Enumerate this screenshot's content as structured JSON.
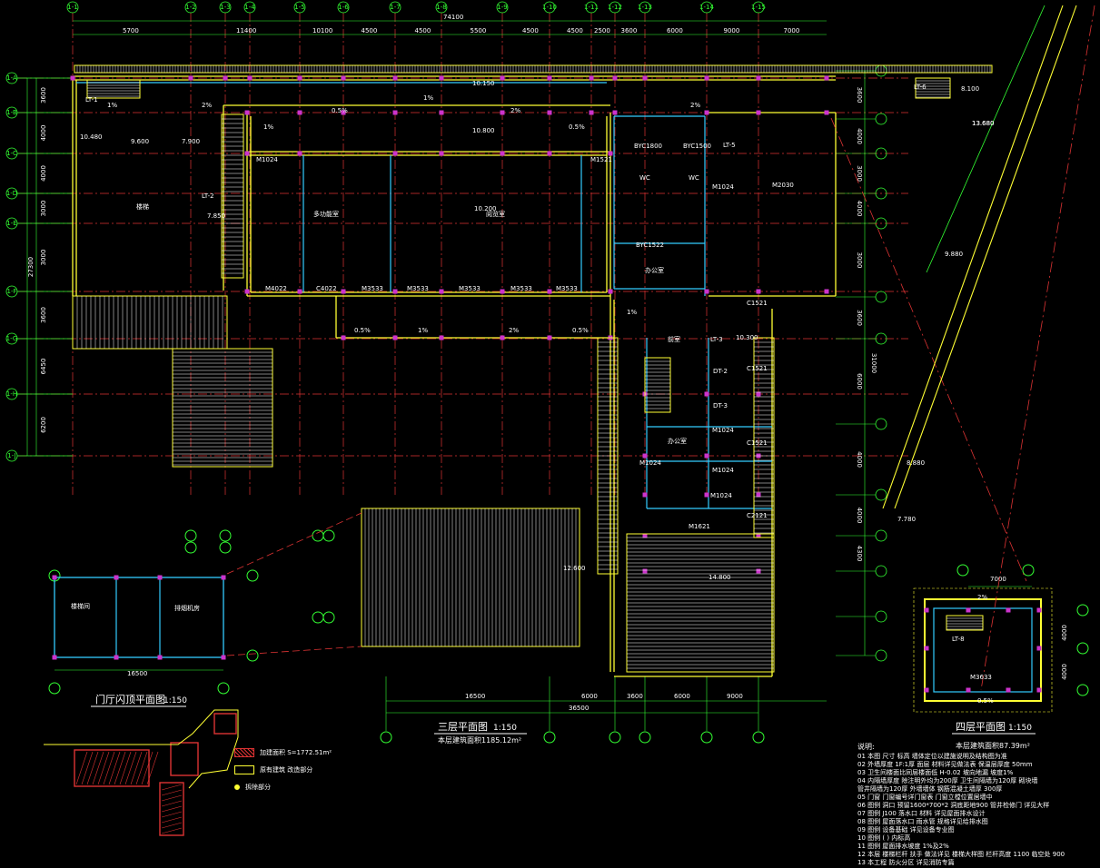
{
  "top_axes": [
    "1-1",
    "1-2",
    "1-3",
    "1-4",
    "1-5",
    "1-6",
    "1-7",
    "1-8",
    "1-9",
    "1-10",
    "1-11",
    "1-12",
    "1-13",
    "1-14",
    "1-15"
  ],
  "top_dims": [
    "5700",
    "11400",
    "10100",
    "4500",
    "4500",
    "5500",
    "4500",
    "4500",
    "2500",
    "3600",
    "6000",
    "9000",
    "7000"
  ],
  "top_total": "74100",
  "left_axes": [
    "1-A",
    "1-B",
    "1-C",
    "1-D",
    "1-E",
    "1-F",
    "1-G",
    "1-H",
    "1-J"
  ],
  "left_dims": [
    "3600",
    "4000",
    "4000",
    "3000",
    "3000",
    "3600",
    "6450",
    "6200"
  ],
  "left_total": "27300",
  "right_dims": [
    "3600",
    "4000",
    "3000",
    "4000",
    "3000",
    "3600",
    "6000",
    "4000",
    "4000",
    "4300"
  ],
  "right_total": "31000",
  "plan3": {
    "title": "三层平面图",
    "scale": "1:150",
    "area": "本层建筑面积1185.12m²",
    "bottom_dims": [
      "16500",
      "6000",
      "3600",
      "6000",
      "9000"
    ],
    "bottom_total": "36500"
  },
  "plan4": {
    "title": "四层平面图",
    "scale": "1:150",
    "area": "本层建筑面积87.39m²",
    "dim": "7000",
    "side_dims": [
      "4000",
      "4000"
    ]
  },
  "roof": {
    "title": "门厅闪顶平面图",
    "scale": "1:150",
    "dim": "16500",
    "room1": "楼梯间",
    "room2": "排烟机房"
  },
  "rooms": {
    "office_a": "阅览室",
    "office_b": "多功能室",
    "wc": "WC",
    "stair": "楼梯",
    "lobby": "前室",
    "room": "办公室"
  },
  "elevs": [
    "10.150",
    "10.800",
    "10.200",
    "7.850",
    "9.600",
    "7.900",
    "10.480",
    "12.600",
    "14.800",
    "13.680",
    "9.880",
    "8.880",
    "7.780",
    "8.100",
    "13.680",
    "10.300"
  ],
  "legend": {
    "items": [
      "加建面积 S=1772.51m²",
      "原有建筑 改造部分",
      "拆除部分"
    ]
  },
  "notes": {
    "head": "说明:",
    "lines": [
      "01 本图 尺寸 标高 墙体定位以建施说明及结构图为准",
      "02 外墙厚度 1F:1厚 面层 材料详见做法表 保温层厚度 50mm",
      "03 卫生间楼面比同层楼面低 H-0.02 坡向地漏 坡度1%",
      "04 内隔墙厚度 除注明外均为200厚 卫生间隔墙为120厚 砌块墙",
      "     管井隔墙为120厚 外墙墙体 钢筋混凝土墙厚 300厚",
      "05 门窗 门窗编号详门窗表 门窗立樘位置居墙中",
      "06 图例 洞口 预留1600*700*2 洞底距地900 管井检修门 详见大样",
      "07 图例 J100 落水口 材料 详见屋面排水设计",
      "08 图例 屋面落水口 雨水管 规格详见给排水图",
      "09 图例 设备基础 详见设备专业图",
      "10 图例 ( ) 内标高",
      "11 图例 屋面排水坡度 1%及2%",
      "12 本层 楼梯栏杆 扶手 做法详见 楼梯大样图 栏杆高度 1100 临空处 900",
      "13 本工程 防火分区 详见消防专篇"
    ]
  },
  "labels": {
    "doors": [
      "M1024",
      "M3533",
      "M3533",
      "M3533",
      "M3533",
      "M3533",
      "M1521",
      "M1024",
      "M1024",
      "M1024",
      "C1521",
      "C1521",
      "C1521",
      "M3633",
      "M2030",
      "BYC1800",
      "BYC1500",
      "M1024",
      "M1024",
      "C4022",
      "M4022",
      "BYC1522",
      "C2121",
      "M1621"
    ],
    "stairs": [
      "LT-1",
      "LT-2",
      "LT-3",
      "LT-5",
      "LT-6",
      "LT-8",
      "DT-2",
      "DT-3"
    ],
    "slopes": [
      "1%",
      "2%",
      "0.5%"
    ]
  }
}
